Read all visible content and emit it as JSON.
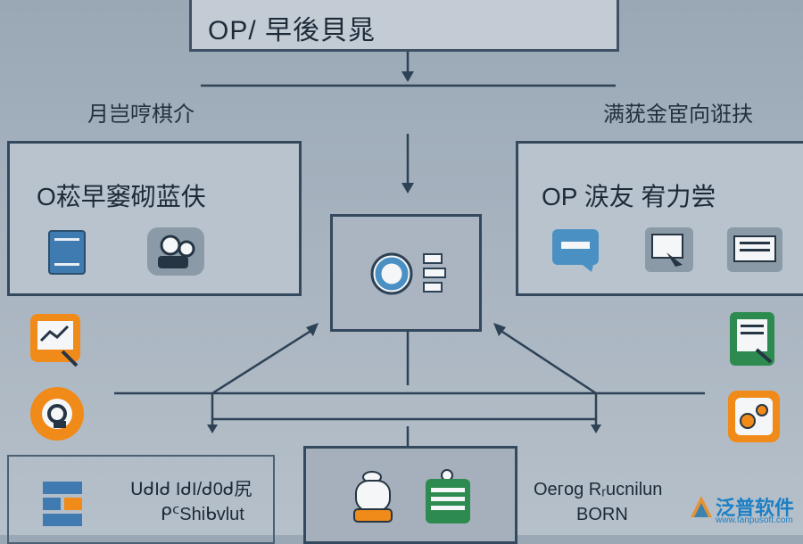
{
  "header": {
    "title": "OP/ 早後貝晁"
  },
  "labels": {
    "left": "月岂哼棋介",
    "right": "满莸金宦向诳扶"
  },
  "panels": {
    "left": {
      "title": "O菘早窭砌蓝伕"
    },
    "right": {
      "title": "OP 涙友 宥力尝"
    }
  },
  "lower": {
    "left_line1": "ᑌᑯIᑯ IᑯI/ᑯ0ᑯ尻",
    "left_line2": "ᑭᑦShiᑲvlut",
    "right_line1": "Oeᴦog Rᵣucnilun",
    "right_line2": "BORN"
  },
  "watermark": {
    "brand": "泛普软件",
    "url": "www.fanpusoft.com"
  },
  "colors": {
    "frame": "#34495e",
    "blue": "#4a90c2",
    "orange": "#f08a18",
    "green": "#2e8b4f",
    "panel": "#c4cdd6"
  }
}
